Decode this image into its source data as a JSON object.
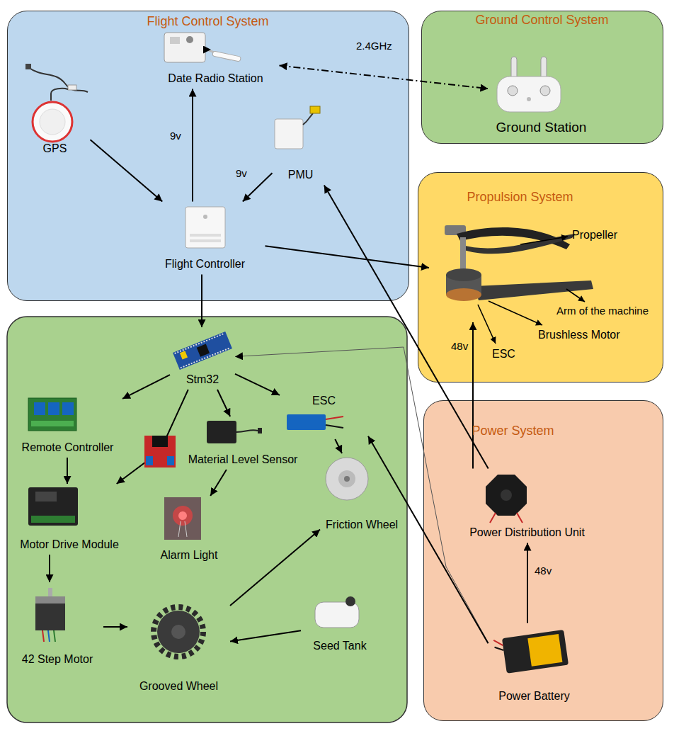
{
  "diagram": {
    "nodes": [
      {
        "text": [
          "Flight Control System"
        ]
      },
      {
        "text": [
          "Date Radio Station"
        ],
        "in": 0
      },
      {
        "text": [
          "GPS"
        ],
        "in": 0
      },
      {
        "text": [
          "PMU"
        ],
        "in": 0
      },
      {
        "text": [
          "Flight Controller"
        ],
        "in": 0
      },
      {
        "text": [
          "Ground Control System"
        ]
      },
      {
        "text": [
          "Ground Station"
        ],
        "in": 5
      },
      {
        "text": [
          "Propulsion System"
        ]
      },
      {
        "text": [
          "Stm32"
        ]
      },
      {
        "text": [
          "Remote Controller"
        ]
      },
      {
        "text": [
          "Material Level Sensor"
        ]
      },
      {
        "text": [
          "ESC"
        ]
      },
      {
        "text": [
          "Motor Drive Module"
        ]
      },
      {
        "text": [
          "Alarm Light"
        ]
      },
      {
        "text": [
          "Friction Wheel"
        ]
      },
      {
        "text": [
          "42 Step Motor"
        ]
      },
      {
        "text": [
          "Grooved Wheel"
        ]
      },
      {
        "text": [
          "Seed Tank"
        ]
      },
      {
        "text": [
          "Power System"
        ]
      },
      {
        "text": [
          "Power Distribution Unit"
        ],
        "in": 18
      },
      {
        "text": [
          "Power Battery"
        ],
        "in": 18
      }
    ],
    "edges": [
      {
        "from": 2,
        "to": 4,
        "arrow": "to"
      },
      {
        "from": 4,
        "to": 1,
        "label": "9v",
        "arrow": "to"
      },
      {
        "from": 1,
        "to": 4,
        "arrow": "to"
      },
      {
        "from": 3,
        "to": 4,
        "label": "9v",
        "arrow": "to"
      },
      {
        "from": 1,
        "to": 6,
        "label": "2.4GHz",
        "arrow": "both"
      },
      {
        "from": 4,
        "to": 7,
        "arrow": "to"
      },
      {
        "from": 4,
        "to": 8,
        "arrow": "to"
      },
      {
        "from": 20,
        "to": 8,
        "arrow": "to"
      },
      {
        "from": 8,
        "to": 9,
        "arrow": "to"
      },
      {
        "from": 8,
        "to": 12,
        "arrow": "to"
      },
      {
        "from": 8,
        "to": 10,
        "arrow": "to"
      },
      {
        "from": 8,
        "to": 11,
        "arrow": "to"
      },
      {
        "from": 9,
        "to": 12,
        "arrow": "to"
      },
      {
        "from": 10,
        "to": 13,
        "arrow": "to"
      },
      {
        "from": 11,
        "to": 14,
        "arrow": "to"
      },
      {
        "from": 12,
        "to": 15,
        "arrow": "to"
      },
      {
        "from": 15,
        "to": 16,
        "arrow": "to"
      },
      {
        "from": 16,
        "to": 14,
        "arrow": "to"
      },
      {
        "from": 17,
        "to": 16,
        "arrow": "to"
      },
      {
        "from": 20,
        "to": 11,
        "arrow": "to"
      },
      {
        "from": 20,
        "to": 19,
        "label": "48v",
        "arrow": "to"
      },
      {
        "from": 19,
        "to": 3,
        "arrow": "to"
      },
      {
        "from": 19,
        "to": 7,
        "label": "48v",
        "arrow": "to"
      }
    ],
    "labels": [
      "Propeller",
      "Arm of the machine",
      "Brushless Motor",
      "ESC"
    ]
  }
}
